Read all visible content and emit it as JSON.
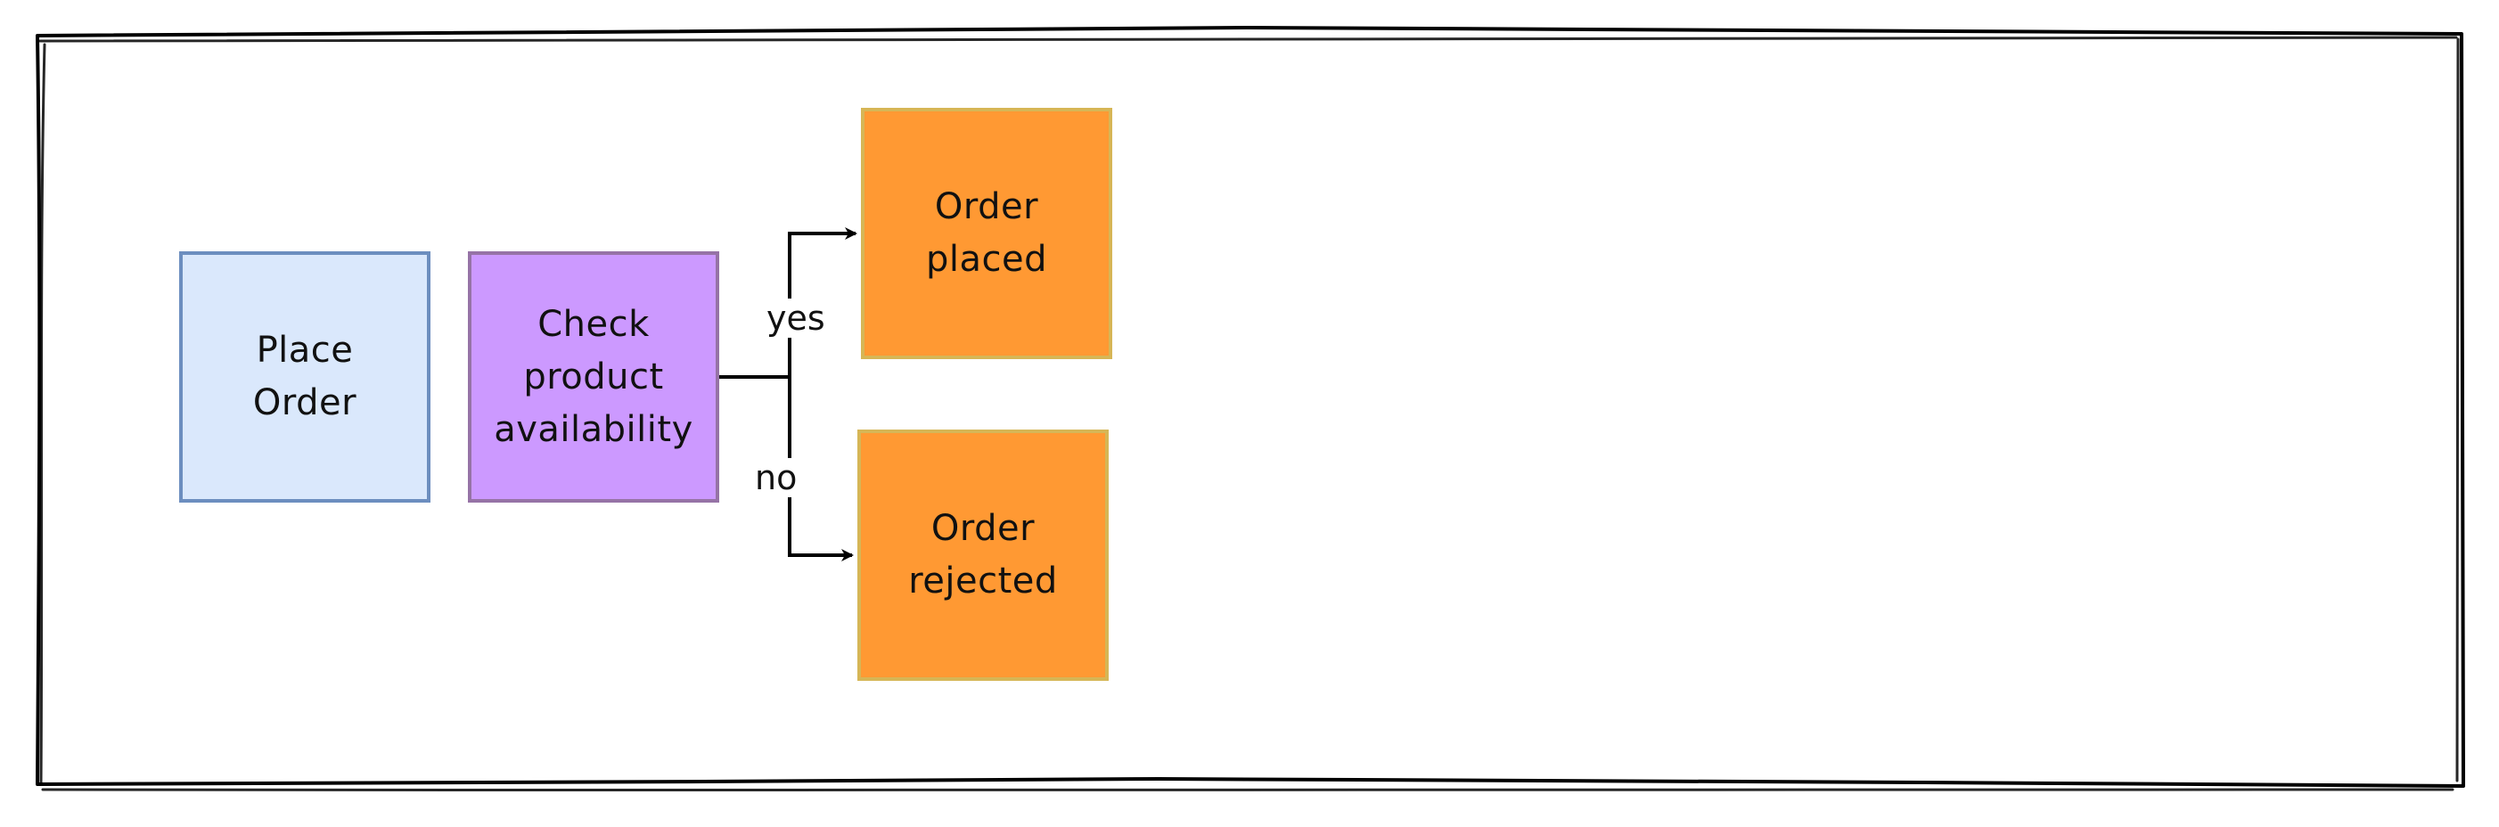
{
  "diagram": {
    "nodes": [
      {
        "id": "place-order",
        "label": "Place\nOrder",
        "fill": "#dae8fc",
        "stroke": "#6c8ebf"
      },
      {
        "id": "check",
        "label": "Check\nproduct\navailability",
        "fill": "#cc99ff",
        "stroke": "#9673a6"
      },
      {
        "id": "placed",
        "label": "Order\nplaced",
        "fill": "#ff9933",
        "stroke": "#d6b656"
      },
      {
        "id": "rejected",
        "label": "Order\nrejected",
        "fill": "#ff9933",
        "stroke": "#d6b656"
      }
    ],
    "edges": [
      {
        "from": "check",
        "to": "placed",
        "label": "yes"
      },
      {
        "from": "check",
        "to": "rejected",
        "label": "no"
      }
    ],
    "colors": {
      "stroke": "#000000",
      "background": "#ffffff"
    }
  }
}
